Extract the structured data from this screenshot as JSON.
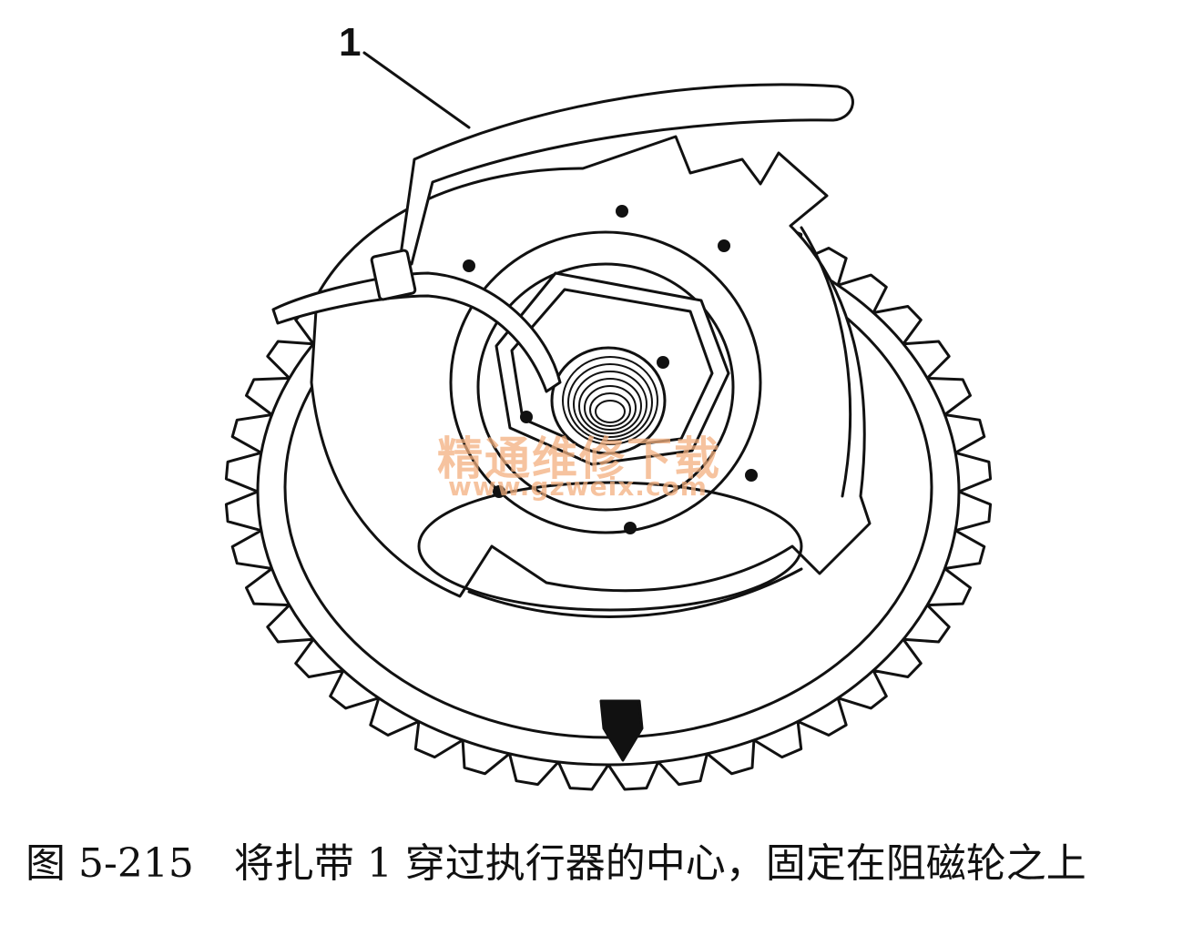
{
  "figure": {
    "callout_label": "1",
    "watermark_cn": "精通维修下载",
    "watermark_url": "www.gzweix.com",
    "gear_teeth": 44
  },
  "caption": {
    "number": "图 5-215",
    "text": "将扎带 1 穿过执行器的中心，固定在阻磁轮之上"
  }
}
